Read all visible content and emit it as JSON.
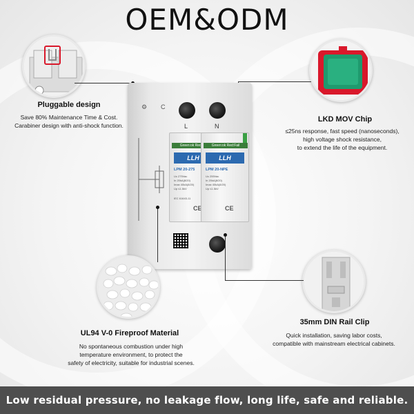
{
  "header": {
    "title": "OEM&ODM"
  },
  "features": [
    {
      "title": "Pluggable design",
      "desc": [
        "Save 80% Maintenance Time & Cost.",
        "Carabiner design with anti-shock function."
      ]
    },
    {
      "title": "LKD MOV Chip",
      "desc": [
        "≤25ns response, fast speed (nanoseconds),",
        "high voltage shock resistance,",
        "to extend the life of the equipment."
      ]
    },
    {
      "title": "UL94 V-0 Fireproof Material",
      "desc": [
        "No spontaneous combustion under high",
        "temperature environment, to protect the",
        "safety of electricity, suitable for industrial scenes."
      ]
    },
    {
      "title": "35mm DIN Rail Clip",
      "desc": [
        "Quick installation, saving labor costs,",
        "compatible with mainstream electrical cabinets."
      ]
    }
  ],
  "device": {
    "terminal_left": "L",
    "terminal_right": "N",
    "status_strip": "Green:ok  Red:Fail",
    "brand_logo": "LLH",
    "model_left": "LPM 20-275",
    "model_right": "LPM 20-NPE",
    "specs_left": [
      "Uc   275Vac",
      "In   20kA(8/20)",
      "Imax 40kA(8/20)",
      "Up   ≤1.5kV"
    ],
    "specs_right": [
      "Uc   255Vac",
      "In   20kA(8/20)",
      "Imax 40kA(8/20)",
      "Up   ≤1.5kV"
    ],
    "standard": "IEC 61643-11",
    "cert": "CE"
  },
  "footer": {
    "text": "Low residual pressure, no leakage flow, long life, safe and reliable."
  },
  "colors": {
    "footer_bg": "#4e4e4e",
    "mov_red": "#d9182b",
    "mov_green": "#1f9a6e",
    "brand_blue": "#2c6ab0"
  }
}
